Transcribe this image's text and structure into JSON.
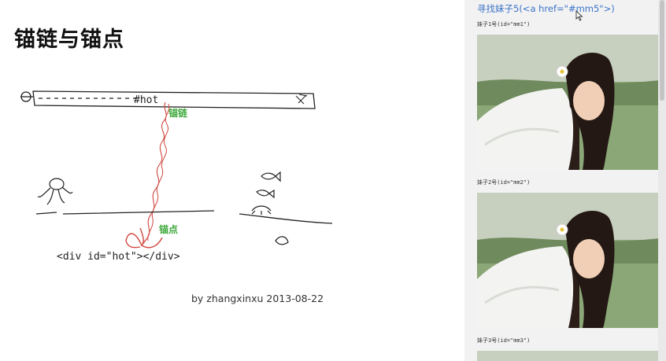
{
  "slide": {
    "title": "锚链与锚点",
    "sketch": {
      "bar_text": "#hot",
      "chain_label": "锚链",
      "anchor_label": "锚点",
      "code_text": "<div id=\"hot\"></div>",
      "label_color": "#3ea83b",
      "chain_color": "#d0473f"
    },
    "credit": "by zhangxinxu 2013-08-22"
  },
  "browser": {
    "anchor_link": "寻找妹子5(<a href=\"#mm5\">)",
    "link_color": "#3a73c8",
    "sections": [
      {
        "label": "妹子1号(id=\"mm1\")"
      },
      {
        "label": "妹子2号(id=\"mm2\")"
      },
      {
        "label": "妹子3号(id=\"mm3\")"
      }
    ]
  }
}
